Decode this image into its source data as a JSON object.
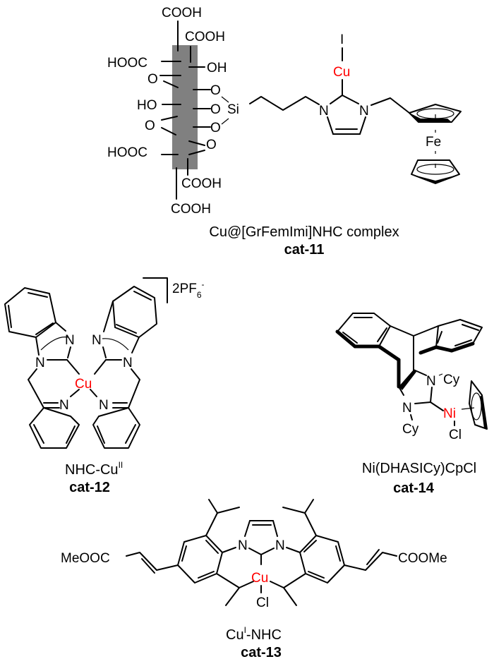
{
  "figure": {
    "colors": {
      "metal": "#ff0000",
      "support_band": "#808080",
      "bond": "#000000"
    },
    "cat11": {
      "caption": "Cu@[GrFemImi]NHC complex",
      "id": "cat-11",
      "groups": {
        "cooh_top1": "COOH",
        "cooh_top2": "COOH",
        "hooc_left1": "HOOC",
        "oh_right": "OH",
        "epoxide_o1": "O",
        "o_si1": "O",
        "ho_left": "HO",
        "o_si2": "O",
        "si": "Si",
        "epoxide_o2": "O",
        "o_si3": "O",
        "epoxide_o3": "O",
        "hooc_left2": "HOOC",
        "cooh_bot1": "COOH",
        "cooh_bot2": "COOH",
        "n1": "N",
        "n2": "N",
        "metal": "Cu",
        "halide": "I",
        "iron": "Fe"
      }
    },
    "cat12": {
      "caption_main": "NHC-Cu",
      "caption_sup": "II",
      "id": "cat-12",
      "counterion": "2PF",
      "counterion_sub": "6",
      "counterion_sup": "-",
      "groups": {
        "n_a": "N",
        "n_b": "N",
        "n_c": "N",
        "n_d": "N",
        "n_py1": "N",
        "n_py2": "N",
        "metal": "Cu"
      }
    },
    "cat14": {
      "caption": "Ni(DHASICy)CpCl",
      "id": "cat-14",
      "groups": {
        "n_top": "N",
        "cy_top": "Cy",
        "n_bot": "N",
        "cy_bot": "Cy",
        "metal": "Ni",
        "halide": "Cl"
      }
    },
    "cat13": {
      "caption_main_pre": "Cu",
      "caption_sup": "I",
      "caption_main_post": "-NHC",
      "id": "cat-13",
      "groups": {
        "ester_left": "MeOOC",
        "ester_right": "COOMe",
        "n1": "N",
        "n2": "N",
        "metal": "Cu",
        "halide": "Cl"
      }
    }
  }
}
